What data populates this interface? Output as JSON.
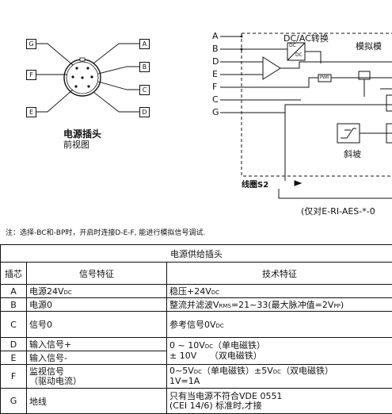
{
  "connector": {
    "pins_left": [
      "G",
      "F",
      "E"
    ],
    "pins_right": [
      "A",
      "B",
      "C",
      "D"
    ],
    "title": "电源插头",
    "subtitle": "前视图"
  },
  "block": {
    "inputs": [
      "A",
      "B",
      "D",
      "E",
      "F",
      "C",
      "G"
    ],
    "dcac_label": "DC/AC转换",
    "analog_label": "模拟模",
    "dc_top": "DC",
    "dc_bottom": "DC",
    "pwr_tag": "PWR",
    "ramp_label": "斜坡",
    "coil_label": "线圈S2",
    "footnote": "(仅对E-RI-AES-*-0"
  },
  "note": "注：选择-BC和-BP时，开启时连接D-E-F, 能进行模拟信号调试.",
  "table": {
    "title": "电源供给插头",
    "headers": {
      "pin": "插芯",
      "signal": "信号特征",
      "tech": "技术特征"
    },
    "rows": [
      {
        "pin": "A",
        "signal": "电源24V",
        "signal_sub": "DC",
        "tech": "稳压+24V",
        "tech_sub": "DC"
      },
      {
        "pin": "B",
        "signal": "电源0",
        "tech_a": "整流并滤波V",
        "tech_a_sub": "RMS",
        "tech_b": "=21~33(最大脉冲值=2V",
        "tech_b_sub": "PP",
        "tech_c": ")"
      },
      {
        "pin": "C",
        "signal": "信号0",
        "tech": "参考信号0V",
        "tech_sub": "DC"
      },
      {
        "pin": "D",
        "signal": "输入信号+",
        "tech_line1": "0 ~ 10V",
        "tech_line1_sub": "DC",
        "tech_line1_end": "（单电磁铁）",
        "tech_line2": "± 10V　　（双电磁铁）"
      },
      {
        "pin": "E",
        "signal": "输入信号-"
      },
      {
        "pin": "F",
        "signal_line1": "监视信号",
        "signal_line2": "（驱动电流）",
        "tech_line1_a": "0~5V",
        "tech_line1_a_sub": "DC",
        "tech_line1_b": "（单电磁铁）±5V",
        "tech_line1_b_sub": "DC",
        "tech_line1_c": "（双电磁铁）",
        "tech_line2": "1V=1A"
      },
      {
        "pin": "G",
        "signal": "地线",
        "tech_line1": "只有当电源不符合VDE 0551",
        "tech_line2": "(CEI 14/6) 标准时,才接"
      }
    ]
  }
}
